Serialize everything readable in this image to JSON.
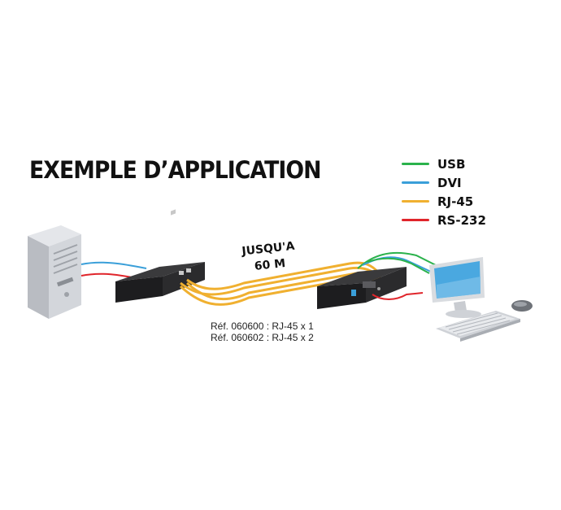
{
  "title": "EXEMPLE D’APPLICATION",
  "legend": [
    {
      "label": "USB",
      "color": "#2bb24c"
    },
    {
      "label": "DVI",
      "color": "#3a9fd9"
    },
    {
      "label": "RJ-45",
      "color": "#f0b030"
    },
    {
      "label": "RS-232",
      "color": "#e0252b"
    }
  ],
  "distance": {
    "line1": "JUSQU'A",
    "line2": "60 M"
  },
  "references": [
    "Réf. 060600 : RJ-45 x 1",
    "Réf. 060602 : RJ-45 x 2"
  ],
  "devices": {
    "computer": "pc-tower-icon",
    "local_unit": "kvm-extender-transmitter",
    "remote_unit": "kvm-extender-receiver",
    "monitor": "monitor-icon",
    "keyboard": "keyboard-icon",
    "mouse": "mouse-icon"
  },
  "colors": {
    "usb": "#2bb24c",
    "dvi": "#3a9fd9",
    "rj45": "#f0b030",
    "rs232": "#e0252b"
  }
}
